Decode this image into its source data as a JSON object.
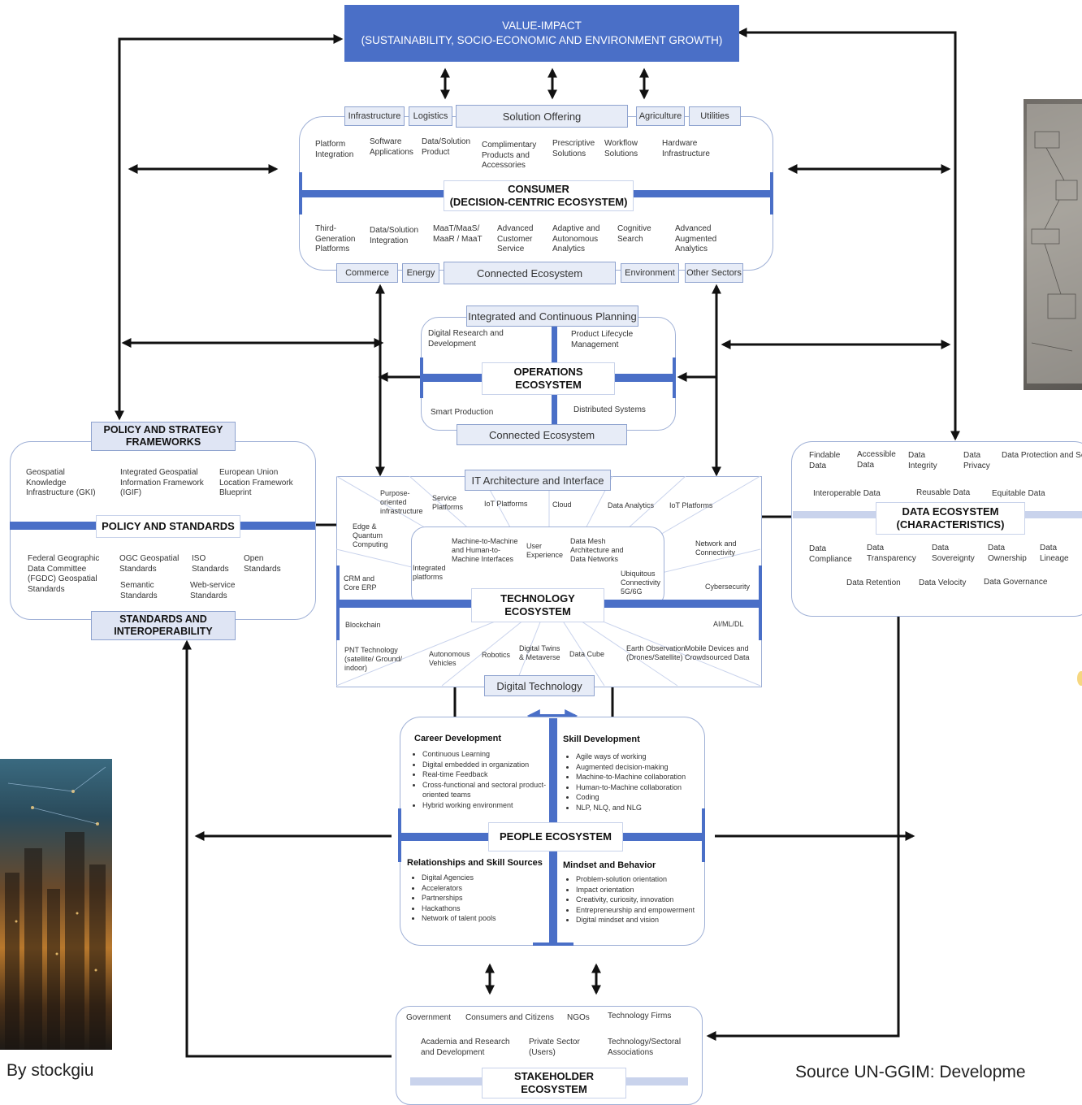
{
  "value_impact": {
    "line1": "VALUE-IMPACT",
    "line2": "(SUSTAINABILITY, SOCIO-ECONOMIC AND ENVIRONMENT GROWTH)"
  },
  "consumer": {
    "tabs_top": [
      "Infrastructure",
      "Logistics",
      "Solution Offering",
      "Agriculture",
      "Utilities"
    ],
    "items_top": [
      "Platform Integration",
      "Software Applications",
      "Data/Solution Product",
      "Complimentary Products and Accessories",
      "Prescriptive Solutions",
      "Workflow Solutions",
      "Hardware Infrastructure"
    ],
    "title1": "CONSUMER",
    "title2": "(DECISION-CENTRIC ECOSYSTEM)",
    "items_bottom": [
      "Third-Generation Platforms",
      "Data/Solution Integration",
      "MaaT/MaaS/ MaaR / MaaT",
      "Advanced Customer Service",
      "Adaptive and Autonomous Analytics",
      "Cognitive Search",
      "Advanced Augmented Analytics"
    ],
    "tabs_bottom": [
      "Commerce",
      "Energy",
      "Connected Ecosystem",
      "Environment",
      "Other Sectors"
    ]
  },
  "operations": {
    "tab_top": "Integrated and Continuous Planning",
    "items": [
      "Digital Research and Development",
      "Product Lifecycle Management",
      "Smart Production",
      "Distributed Systems"
    ],
    "title1": "OPERATIONS",
    "title2": "ECOSYSTEM",
    "tab_bottom": "Connected Ecosystem"
  },
  "policy": {
    "header_top": "POLICY AND STRATEGY FRAMEWORKS",
    "items_top": [
      "Geospatial Knowledge Infrastructure (GKI)",
      "Integrated Geospatial Information Framework (IGIF)",
      "European Union Location Framework Blueprint"
    ],
    "title": "POLICY AND STANDARDS",
    "items_bottom": [
      "Federal Geographic Data Committee (FGDC) Geospatial Standards",
      "OGC Geospatial Standards",
      "ISO Standards",
      "Open Standards",
      "Semantic Standards",
      "Web-service Standards"
    ],
    "header_bottom": "STANDARDS AND INTEROPERABILITY"
  },
  "data_eco": {
    "items_top": [
      "Findable Data",
      "Accessible Data",
      "Data Integrity",
      "Data Privacy",
      "Data Protection and Security"
    ],
    "items_mid": [
      "Interoperable Data",
      "Reusable Data",
      "Equitable Data"
    ],
    "title1": "DATA ECOSYSTEM",
    "title2": "(CHARACTERISTICS)",
    "items_bottom": [
      "Data Compliance",
      "Data Transparency",
      "Data Sovereignty",
      "Data Ownership",
      "Data Lineage"
    ],
    "items_last": [
      "Data Retention",
      "Data Velocity",
      "Data Governance"
    ]
  },
  "technology": {
    "tab_top": "IT Architecture and Interface",
    "outer_top": [
      "Purpose-oriented infrastructure",
      "Service Platforms",
      "IoT Platforms",
      "Cloud",
      "Data Analytics",
      "IoT Platforms"
    ],
    "outer_left": [
      "Edge & Quantum Computing",
      "CRM and Core ERP",
      "Blockchain"
    ],
    "outer_right": [
      "Network and Connectivity",
      "Cybersecurity",
      "AI/ML/DL"
    ],
    "inner": [
      "Machine-to-Machine and Human-to-Machine Interfaces",
      "User Experience",
      "Data Mesh Architecture and Data Networks",
      "Integrated platforms",
      "Ubiquitous Connectivity 5G/6G"
    ],
    "outer_bottom": [
      "PNT Technology (satellite/ Ground/ indoor)",
      "Autonomous Vehicles",
      "Robotics",
      "Digital Twins & Metaverse",
      "Data Cube",
      "Earth Observation (Drones/Satellite)",
      "Mobile Devices and Crowdsourced Data"
    ],
    "title1": "TECHNOLOGY",
    "title2": "ECOSYSTEM",
    "tab_bottom": "Digital Technology"
  },
  "people": {
    "career": {
      "head": "Career Development",
      "items": [
        "Continuous Learning",
        "Digital embedded in organization",
        "Real-time Feedback",
        "Cross-functional and sectoral product-oriented teams",
        "Hybrid working environment"
      ]
    },
    "skill": {
      "head": "Skill Development",
      "items": [
        "Agile ways of working",
        "Augmented decision-making",
        "Machine-to-Machine collaboration",
        "Human-to-Machine collaboration",
        "Coding",
        "NLP, NLQ, and NLG"
      ]
    },
    "title": "PEOPLE ECOSYSTEM",
    "relations": {
      "head": "Relationships and Skill Sources",
      "items": [
        "Digital Agencies",
        "Accelerators",
        "Partnerships",
        "Hackathons",
        "Network of talent pools"
      ]
    },
    "mindset": {
      "head": "Mindset and Behavior",
      "items": [
        "Problem-solution orientation",
        "Impact orientation",
        "Creativity, curiosity, innovation",
        "Entrepreneurship and empowerment",
        "Digital mindset and vision"
      ]
    }
  },
  "stakeholder": {
    "items": [
      "Government",
      "Consumers and Citizens",
      "NGOs",
      "Technology Firms",
      "Academia and Research and Development",
      "Private Sector (Users)",
      "Technology/Sectoral Associations"
    ],
    "title1": "STAKEHOLDER",
    "title2": "ECOSYSTEM"
  },
  "captions": {
    "left": "By stockgiu",
    "right": "Source UN-GGIM: Developme"
  },
  "colors": {
    "accent": "#4a6fc7",
    "header_bg": "#4a6fc7",
    "tab_bg": "#e7ecf7"
  }
}
